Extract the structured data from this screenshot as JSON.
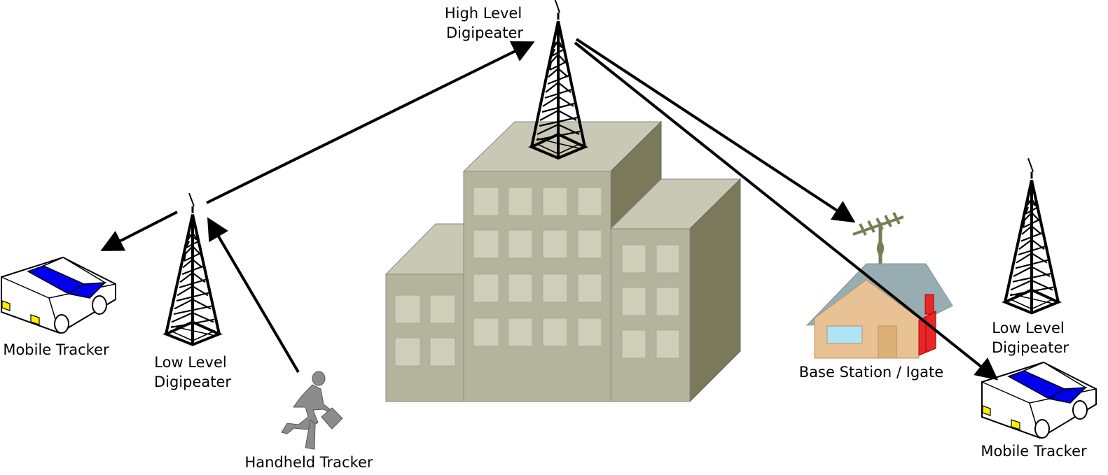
{
  "labels": {
    "high_digi_1": "High Level",
    "high_digi_2": "Digipeater",
    "low_digi_left_1": "Low Level",
    "low_digi_left_2": "Digipeater",
    "low_digi_right_1": "Low Level",
    "low_digi_right_2": "Digipeater",
    "mobile_left": "Mobile Tracker",
    "mobile_right": "Mobile Tracker",
    "handheld": "Handheld Tracker",
    "base_station": "Base Station / Igate"
  },
  "colors": {
    "building_front": "#b4b39c",
    "building_top": "#c8c8b5",
    "building_side": "#7a7a5a",
    "window": "#cfceb9",
    "car_glass": "#0000ee",
    "car_light": "#ffee00",
    "house_wall": "#e8c194",
    "house_roof": "#98adb2",
    "house_window": "#aee4f6",
    "house_door": "#ddb077",
    "chimney": "#e8262a",
    "antenna": "#7b7b56",
    "person": "#8c8c8c"
  }
}
